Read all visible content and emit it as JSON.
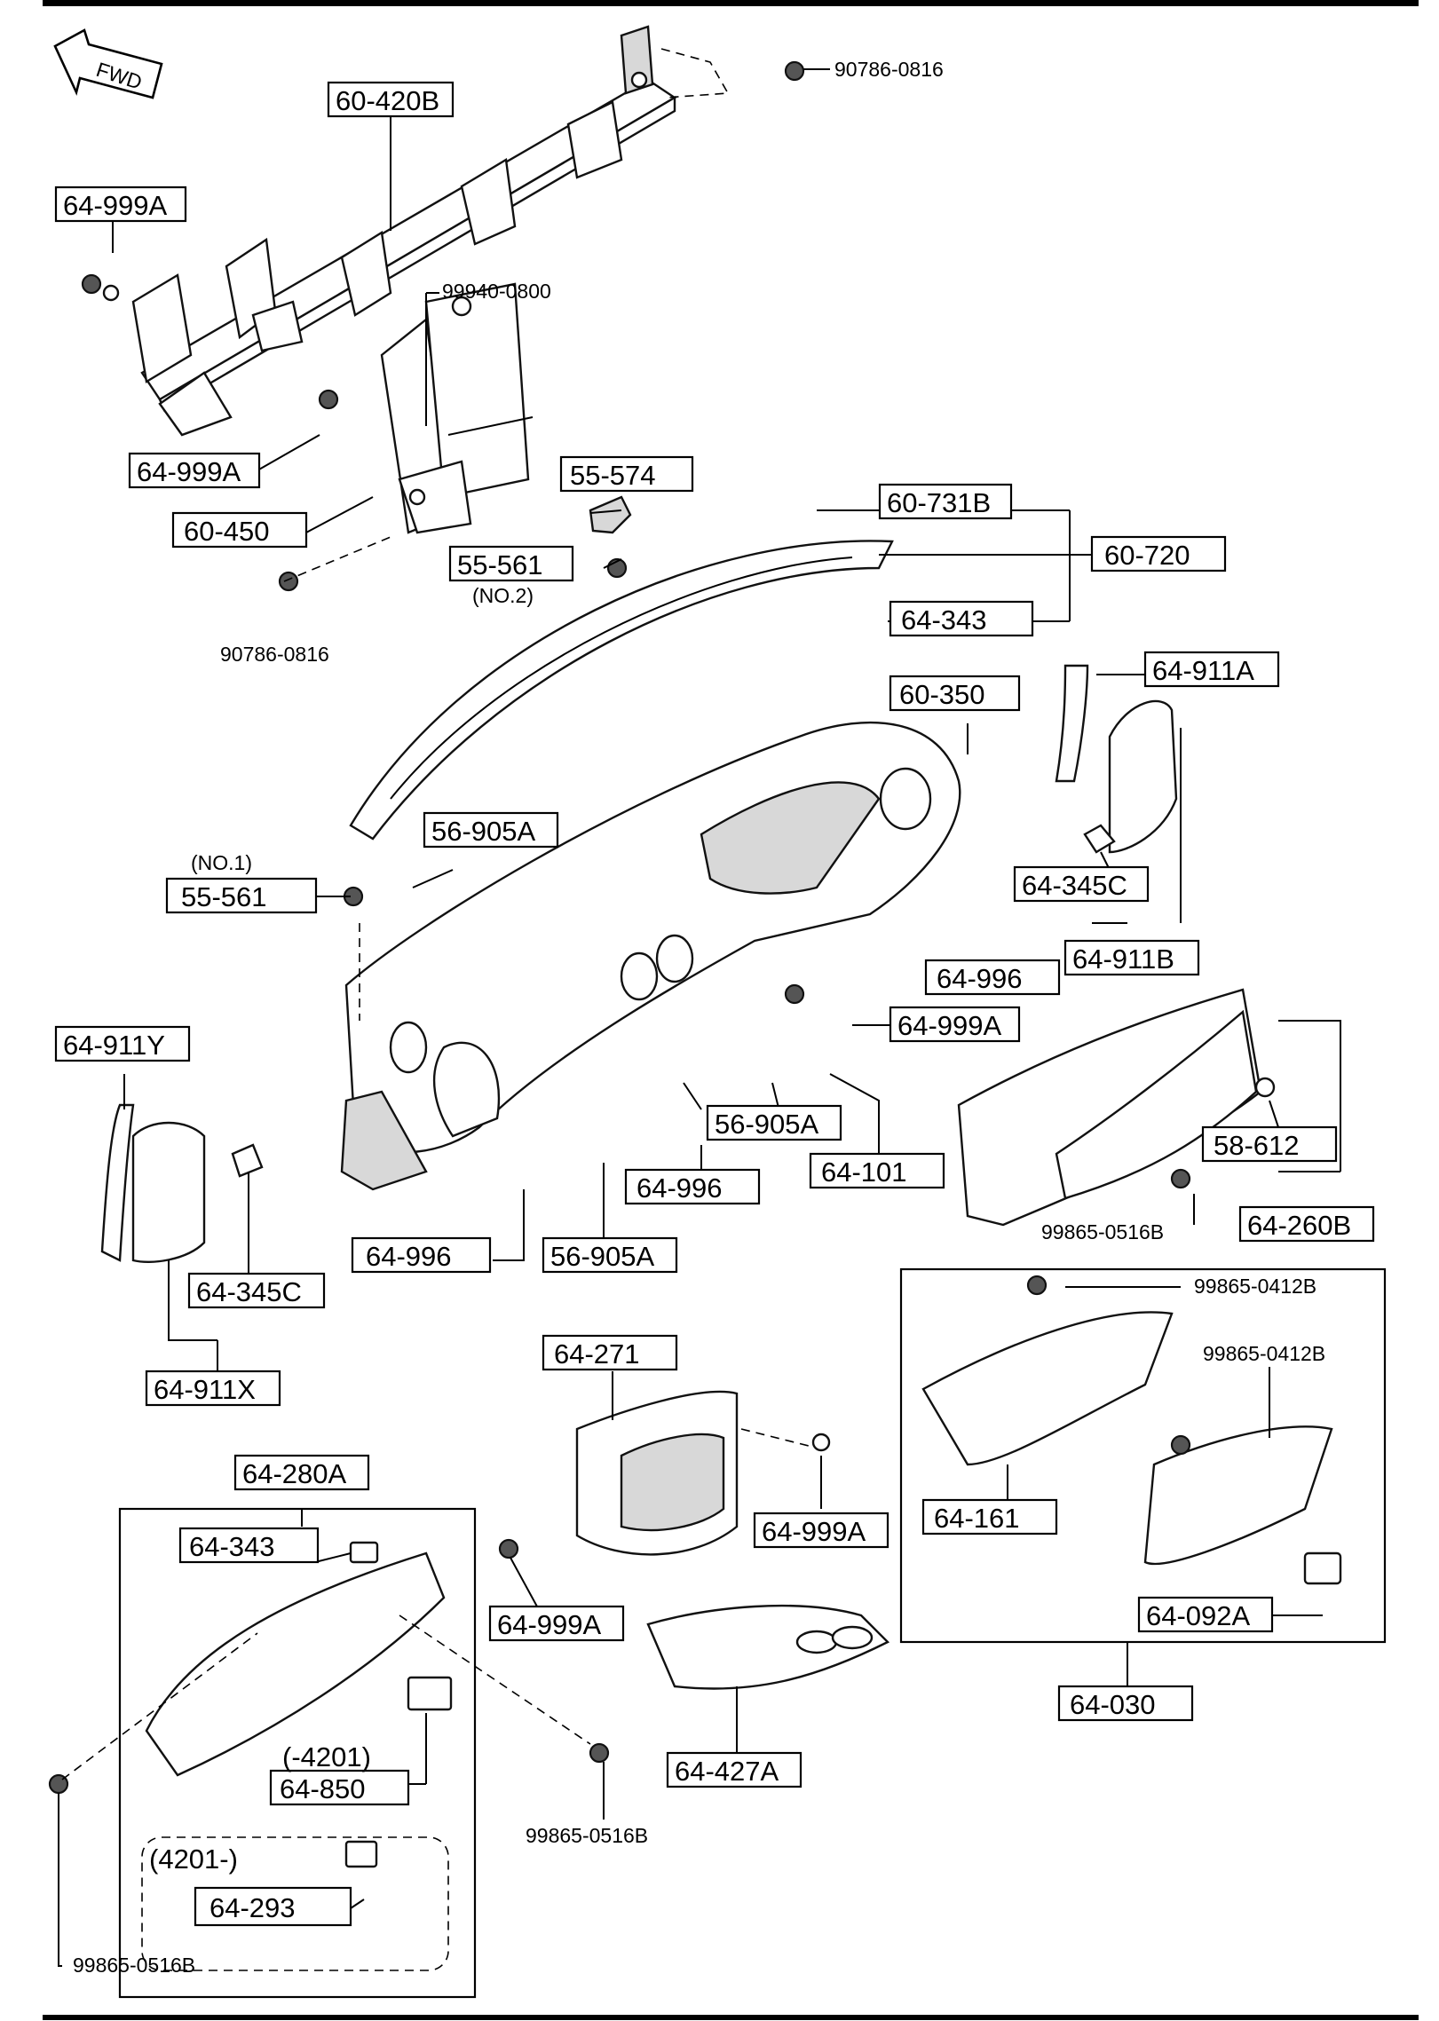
{
  "fwd_arrow": {
    "label": "FWD"
  },
  "part_labels": {
    "p60_420B": "60-420B",
    "p64_999A_1": "64-999A",
    "p64_999A_2": "64-999A",
    "p60_450": "60-450",
    "p55_574": "55-574",
    "p55_561_no2": "55-561",
    "p60_731B": "60-731B",
    "p60_720": "60-720",
    "p64_343_1": "64-343",
    "p64_911A": "64-911A",
    "p60_350": "60-350",
    "p56_905A_1": "56-905A",
    "p55_561_no1": "55-561",
    "p64_345C_1": "64-345C",
    "p64_911B": "64-911B",
    "p64_996_1": "64-996",
    "p64_999A_3": "64-999A",
    "p64_911Y": "64-911Y",
    "p56_905A_2": "56-905A",
    "p64_101": "64-101",
    "p58_612": "58-612",
    "p64_996_2": "64-996",
    "p64_260B": "64-260B",
    "p64_996_3": "64-996",
    "p56_905A_3": "56-905A",
    "p64_345C_2": "64-345C",
    "p64_911X": "64-911X",
    "p64_271": "64-271",
    "p64_280A": "64-280A",
    "p64_343_2": "64-343",
    "p64_999A_4": "64-999A",
    "p64_999A_5": "64-999A",
    "p64_161": "64-161",
    "p64_092A": "64-092A",
    "p64_030": "64-030",
    "p64_427A": "64-427A",
    "p64_850": "64-850",
    "p64_293": "64-293"
  },
  "fastener_labels": {
    "f90786_0816_top": "90786-0816",
    "f99940_0800": "99940-0800",
    "f90786_0816_left": "90786-0816",
    "f99865_0516B_1": "99865-0516B",
    "f99865_0412B_1": "99865-0412B",
    "f99865_0412B_2": "99865-0412B",
    "f99865_0516B_2": "99865-0516B",
    "f99865_0516B_3": "99865-0516B"
  },
  "notes": {
    "no2": "(NO.2)",
    "no1": "(NO.1)",
    "serial_before": "(-4201)",
    "serial_after": "(4201-)"
  }
}
